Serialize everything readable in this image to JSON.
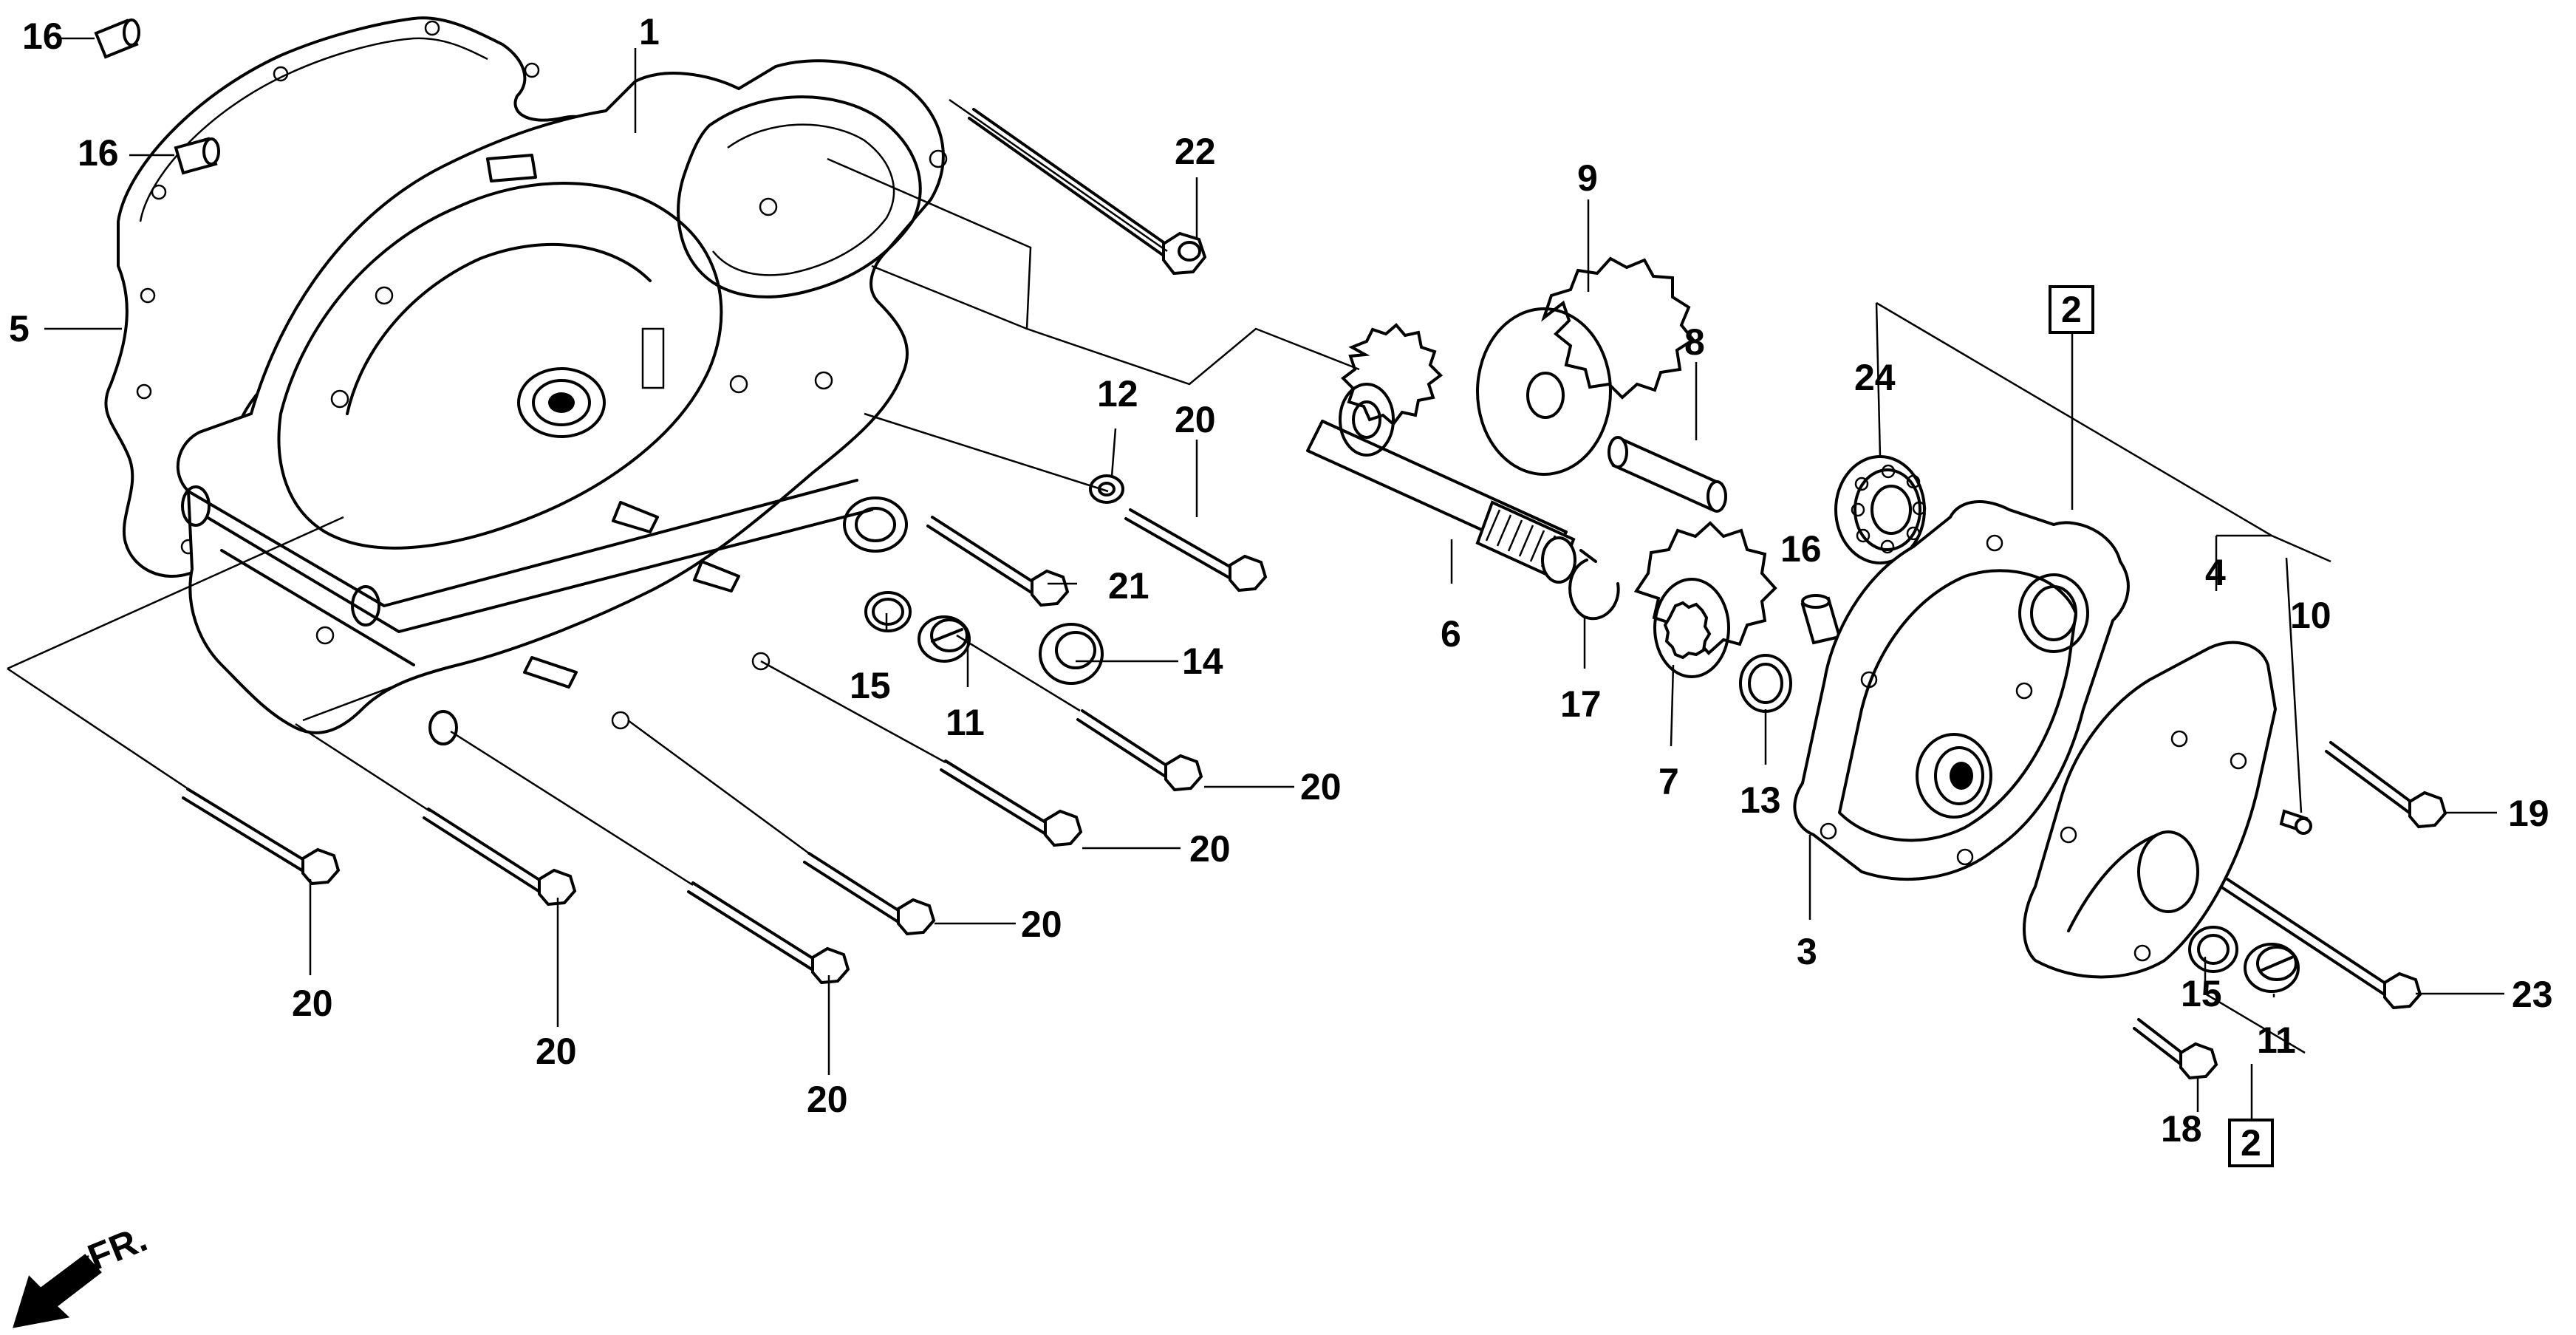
{
  "callouts": {
    "c16a": "16",
    "c16b": "16",
    "c1": "1",
    "c5": "5",
    "c22": "22",
    "c9": "9",
    "c8": "8",
    "c12": "12",
    "c20top": "20",
    "c24": "24",
    "c2top": "2",
    "c16c": "16",
    "c6": "6",
    "c21": "21",
    "c14": "14",
    "c15a": "15",
    "c11a": "11",
    "c17": "17",
    "c7": "7",
    "c13": "13",
    "c4": "4",
    "c10": "10",
    "c19": "19",
    "c20r1": "20",
    "c20r2": "20",
    "c20r3": "20",
    "c3": "3",
    "c23": "23",
    "c15b": "15",
    "c11b": "11",
    "c18": "18",
    "c2bot": "2",
    "c20b1": "20",
    "c20b2": "20",
    "c20b3": "20"
  },
  "direction_label": "FR."
}
